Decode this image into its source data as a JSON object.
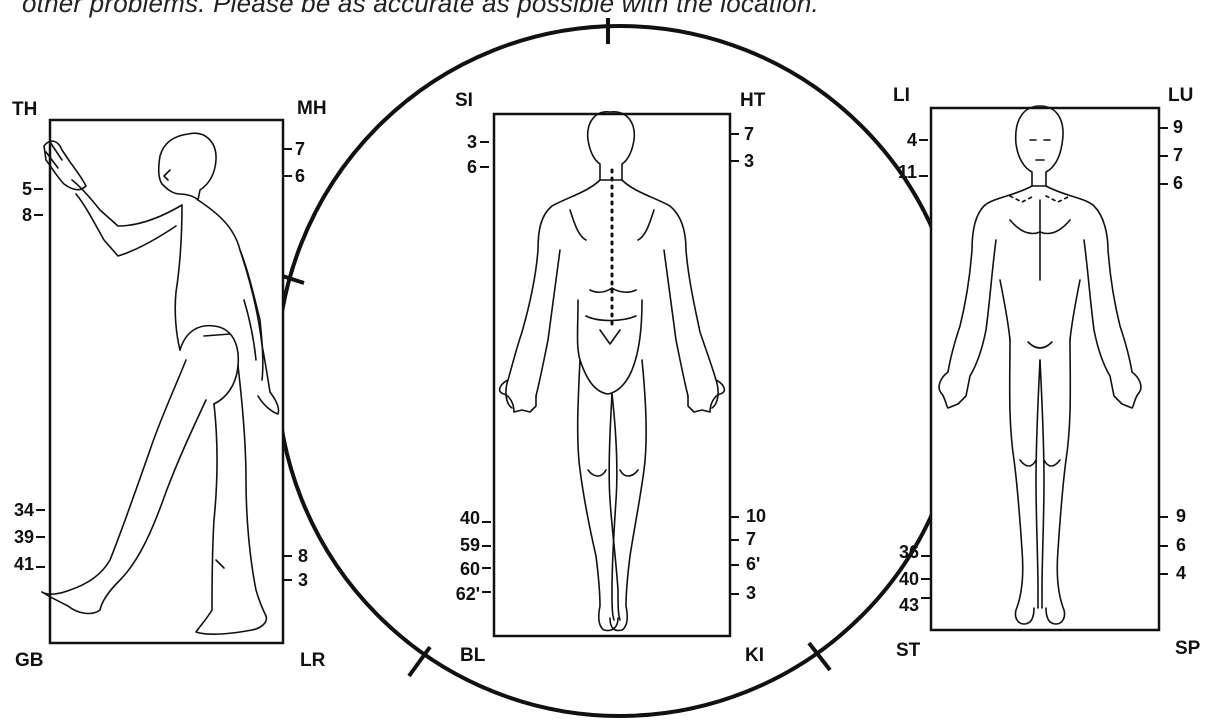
{
  "intro_text": "other problems. Please be as accurate as possible with the location.",
  "meridians": {
    "TH": "TH",
    "MH": "MH",
    "GB": "GB",
    "LR": "LR",
    "SI": "SI",
    "HT": "HT",
    "BL": "BL",
    "KI": "KI",
    "LI": "LI",
    "LU": "LU",
    "ST": "ST",
    "SP": "SP"
  },
  "points": {
    "side_left_top": [
      "5",
      "8"
    ],
    "side_right_top": [
      "7",
      "6"
    ],
    "side_left_bottom": [
      "34",
      "39",
      "41"
    ],
    "side_right_bottom": [
      "8",
      "3"
    ],
    "back_left_top": [
      "3",
      "6"
    ],
    "back_right_top": [
      "7",
      "3"
    ],
    "back_left_bottom": [
      "40",
      "59",
      "60",
      "62'"
    ],
    "back_right_bottom": [
      "10",
      "7",
      "6'",
      "3"
    ],
    "front_left_top": [
      "4",
      "11"
    ],
    "front_right_top": [
      "9",
      "7",
      "6"
    ],
    "front_left_bottom": [
      "36",
      "40",
      "43"
    ],
    "front_right_bottom": [
      "9",
      "6",
      "4"
    ]
  }
}
